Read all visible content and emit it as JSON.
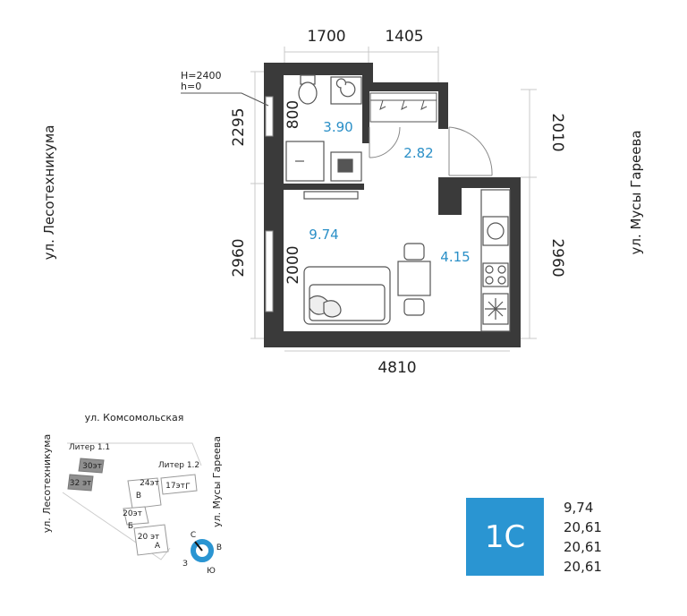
{
  "dimensions": {
    "top_left": "1700",
    "top_right": "1405",
    "left_upper": "2295",
    "left_lower": "2960",
    "right_upper": "2010",
    "right_lower": "2960",
    "bottom": "4810",
    "inner_bath": "800",
    "inner_living": "2000"
  },
  "heights": {
    "H": "H=2400",
    "h": "h=0"
  },
  "rooms": {
    "bathroom": "3.90",
    "hall": "2.82",
    "living": "9.74",
    "kitchen": "4.15"
  },
  "streets": {
    "left": "ул. Лесотехникума",
    "right": "ул. Мусы Гареева",
    "map_top": "ул. Комсомольская",
    "map_left": "ул. Лесотехникума",
    "map_right": "ул. Мусы Гареева"
  },
  "site_plan": {
    "liter_1_1": "Литер 1.1",
    "liter_1_2": "Литер 1.2",
    "floors_30": "30эт",
    "floors_32": "32 эт",
    "floors_24": "24эт",
    "floors_17": "17эт",
    "floors_20a": "20эт",
    "floors_20b": "20 эт",
    "section_v": "В",
    "section_g": "Г",
    "section_b": "Б",
    "section_a": "А",
    "compass_n": "С",
    "compass_e": "В",
    "compass_w": "З",
    "compass_s": "Ю"
  },
  "apartment": {
    "type": "1С",
    "area_1": "9,74",
    "area_2": "20,61",
    "area_3": "20,61",
    "area_4": "20,61"
  },
  "colors": {
    "wall": "#3a3a3a",
    "accent": "#2a95d2",
    "room_text": "#2a8fc7"
  }
}
